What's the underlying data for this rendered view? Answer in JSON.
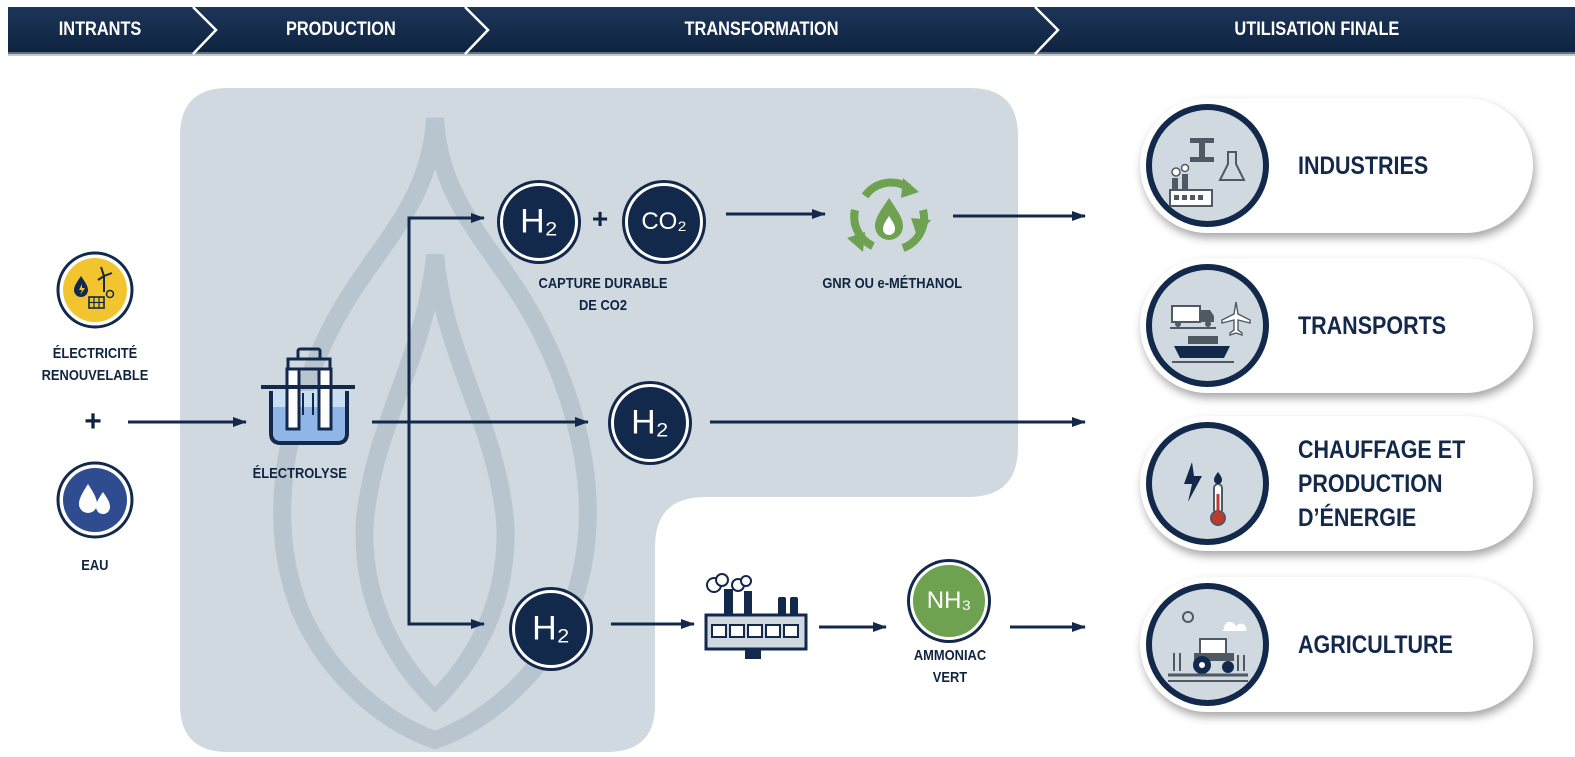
{
  "stages": [
    "INTRANTS",
    "PRODUCTION",
    "TRANSFORMATION",
    "UTILISATION FINALE"
  ],
  "inputs": {
    "electricity_label": "ÉLECTRICITÉ RENOUVELABLE",
    "plus": "+",
    "water_label": "EAU"
  },
  "electrolysis": {
    "label": "ÉLECTROLYSE"
  },
  "transformation": {
    "h2": "H₂",
    "co2": "CO₂",
    "plus": "+",
    "capture_label": "CAPTURE DURABLE DE CO2",
    "gnr_label": "GNR OU e-MÉTHANOL",
    "nh3": "NH₃",
    "ammonia_label": "AMMONIAC VERT"
  },
  "end_uses": [
    {
      "title": "INDUSTRIES",
      "icon": "factory-icon"
    },
    {
      "title": "TRANSPORTS",
      "icon": "truck-plane-ship-icon"
    },
    {
      "title": "CHAUFFAGE ET PRODUCTION D’ÉNERGIE",
      "icon": "lightning-thermometer-icon"
    },
    {
      "title": "AGRICULTURE",
      "icon": "tractor-icon"
    }
  ],
  "colors": {
    "navy": "#13294b",
    "region_gray": "#cfd9df",
    "yellow": "#f2c52e",
    "green": "#6ea150",
    "water_blue": "#2e4c8f"
  }
}
